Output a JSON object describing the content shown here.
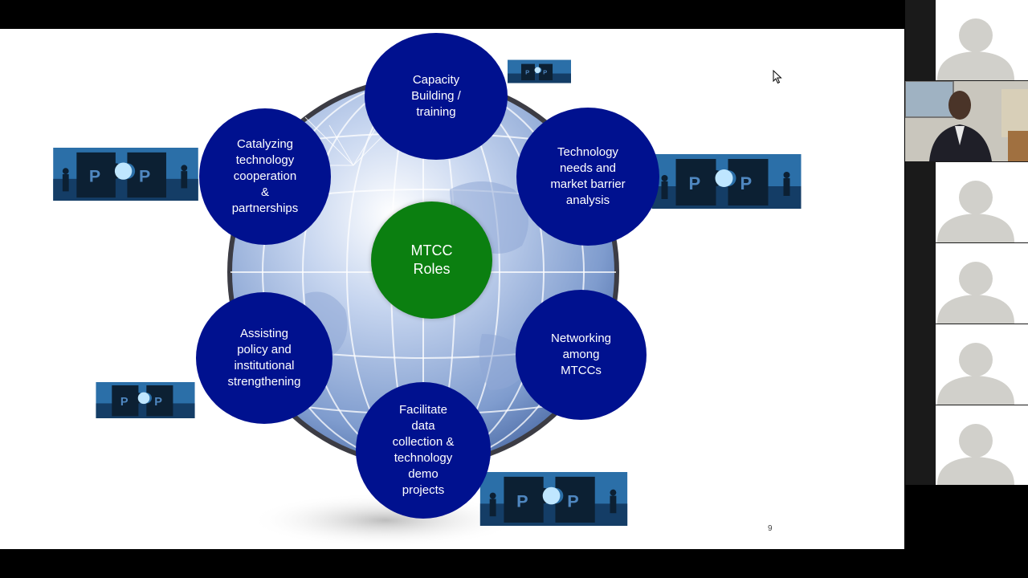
{
  "diagram": {
    "center": {
      "label": "MTCC\nRoles",
      "color": "#0b7f10"
    },
    "roles": [
      {
        "id": "capacity",
        "label": "Capacity\nBuilding /\ntraining"
      },
      {
        "id": "technology-needs",
        "label": "Technology\nneeds and\nmarket barrier\nanalysis"
      },
      {
        "id": "networking",
        "label": "Networking\namong\nMTCCs"
      },
      {
        "id": "facilitate",
        "label": "Facilitate\ndata\ncollection &\ntechnology\ndemo\nprojects"
      },
      {
        "id": "assisting",
        "label": "Assisting\npolicy and\ninstitutional\nstrengthening"
      },
      {
        "id": "catalyzing",
        "label": "Catalyzing\ntechnology\ncooperation\n&\npartnerships"
      }
    ],
    "role_color": "#00118f",
    "puzzle_icon": "puzzle-teamwork-image",
    "page_number": "9"
  },
  "participants": {
    "tiles": [
      {
        "type": "avatar"
      },
      {
        "type": "video"
      },
      {
        "type": "avatar"
      },
      {
        "type": "avatar"
      },
      {
        "type": "avatar"
      },
      {
        "type": "avatar"
      }
    ]
  }
}
